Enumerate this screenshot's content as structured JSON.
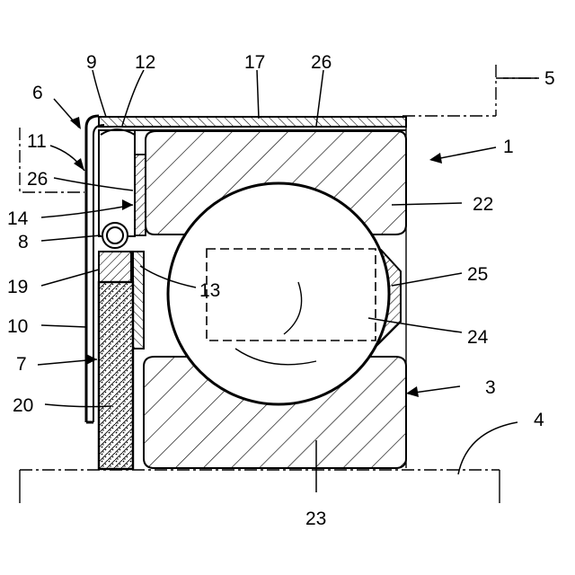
{
  "figure": {
    "labels": {
      "l1": "1",
      "l3": "3",
      "l4": "4",
      "l5": "5",
      "l6": "6",
      "l7": "7",
      "l8": "8",
      "l9": "9",
      "l10": "10",
      "l11": "11",
      "l12": "12",
      "l13": "13",
      "l14": "14",
      "l17": "17",
      "l19": "19",
      "l20": "20",
      "l22": "22",
      "l23": "23",
      "l24": "24",
      "l25": "25",
      "l26a": "26",
      "l26b": "26"
    }
  }
}
